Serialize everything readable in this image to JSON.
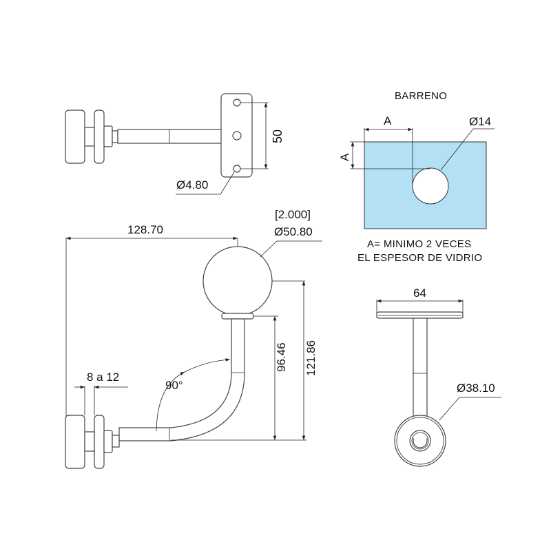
{
  "top_view": {
    "dim_height": "50",
    "dim_hole": "Ø4.80"
  },
  "barreno": {
    "title": "BARRENO",
    "dim_a_horizontal": "A",
    "dim_a_vertical": "A",
    "dim_hole": "Ø14",
    "note_line1": "A= MINIMO 2 VECES",
    "note_line2": "EL ESPESOR DE VIDRIO",
    "fill_color": "#b3e0f5"
  },
  "side_view": {
    "dim_length": "128.70",
    "dim_tube_inch": "[2.000]",
    "dim_tube": "Ø50.80",
    "dim_height_inner": "96.46",
    "dim_height_total": "121.86",
    "dim_glass": "8 a 12",
    "dim_angle": "90°"
  },
  "front_view": {
    "dim_width": "64",
    "dim_base": "Ø38.10"
  }
}
